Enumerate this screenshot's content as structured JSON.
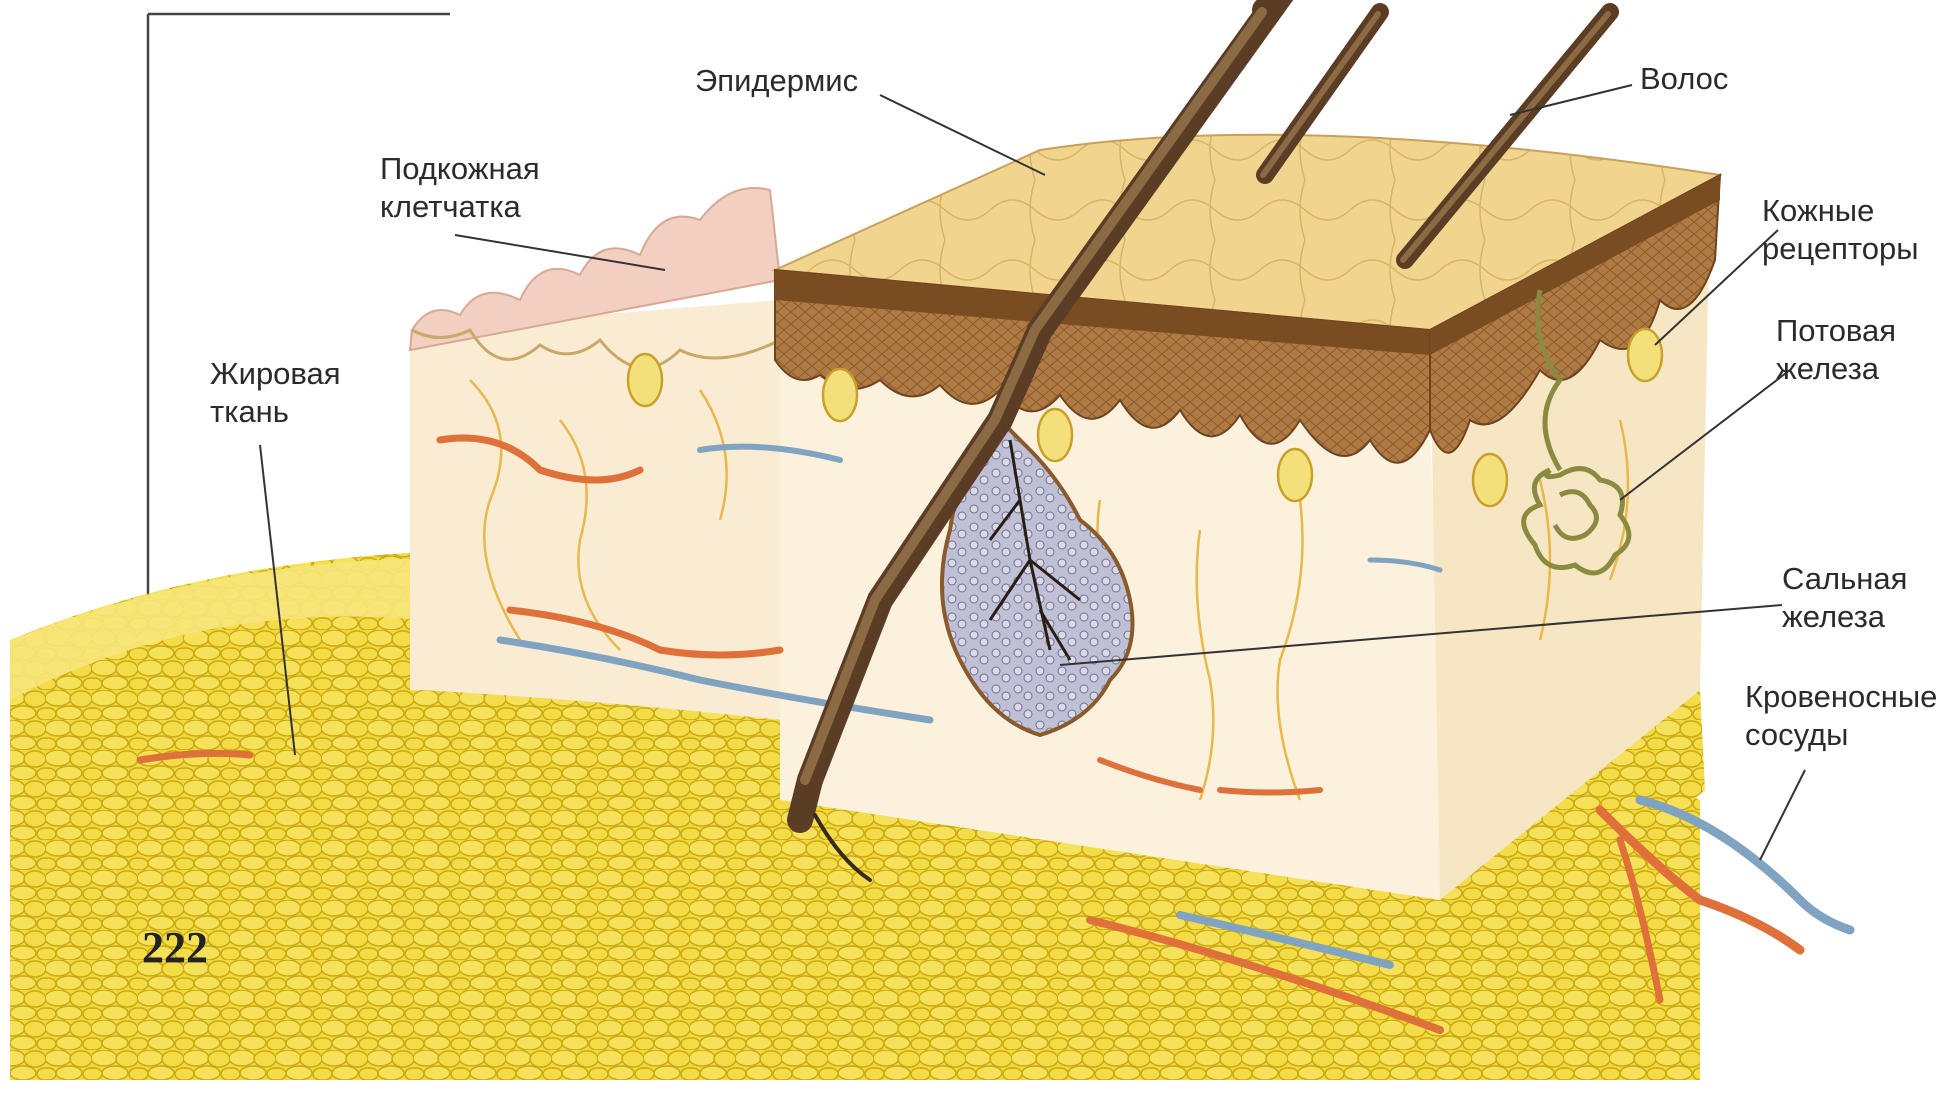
{
  "labels": {
    "epidermis": "Эпидермис",
    "hair": "Волос",
    "subcutaneous_line1": "Подкожная",
    "subcutaneous_line2": "клетчатка",
    "receptors_line1": "Кожные",
    "receptors_line2": "рецепторы",
    "sweat_line1": "Потовая",
    "sweat_line2": "железа",
    "fat_line1": "Жировая",
    "fat_line2": "ткань",
    "sebaceous_line1": "Сальная",
    "sebaceous_line2": "железа",
    "vessels_line1": "Кровеносные",
    "vessels_line2": "сосуды"
  },
  "page_number": "222",
  "colors": {
    "fat": "#f3d83a",
    "fat_cell_stroke": "#c9a915",
    "epidermis_top": "#f1d58f",
    "dermis": "#fbf1dc",
    "papillary_layer": "#9a6a3a",
    "hair": "#6b4a2a",
    "artery": "#e0703a",
    "vein": "#7fa3c0",
    "nerve": "#e8b84a",
    "leader_line": "#333333"
  }
}
